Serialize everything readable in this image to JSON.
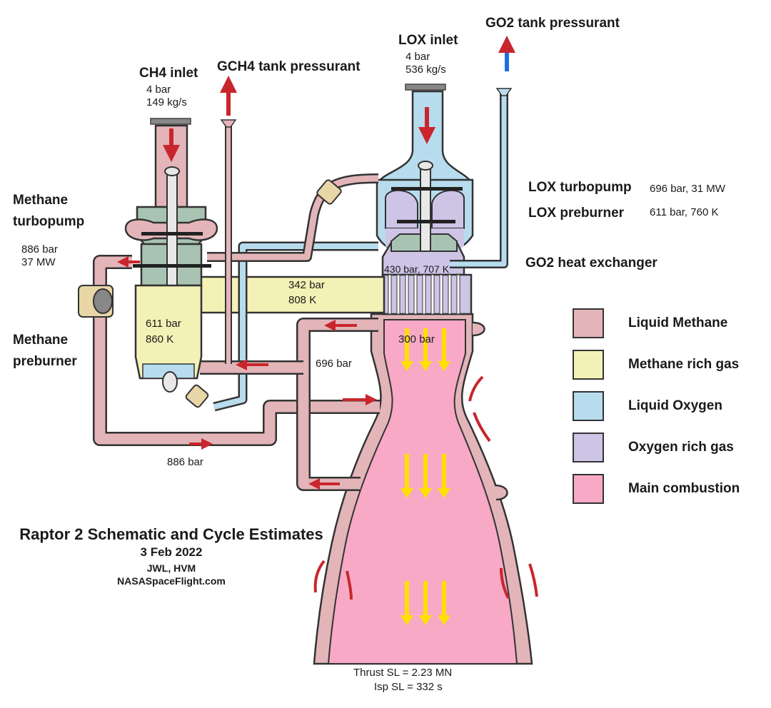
{
  "colors": {
    "liquid_methane": "#e3b5b8",
    "methane_rich_gas": "#f4f1b6",
    "liquid_oxygen": "#b7dcee",
    "oxygen_rich_gas": "#cdc4e6",
    "main_combustion": "#f8a9c6",
    "turbopump_body": "#a9c3b3",
    "flow_arrow_red": "#c8262c",
    "flow_arrow_blue": "#1f6fe0",
    "flow_arrow_yellow": "#ffe000",
    "valve": "#e8d6a7"
  },
  "labels": {
    "ch4_inlet": "CH4 inlet",
    "ch4_inlet_pressure": "4 bar",
    "ch4_inlet_flow": "149 kg/s",
    "gch4_pressurant": "GCH4 tank pressurant",
    "lox_inlet": "LOX inlet",
    "lox_inlet_pressure": "4 bar",
    "lox_inlet_flow": "536 kg/s",
    "go2_pressurant": "GO2 tank pressurant",
    "methane_turbopump_1": "Methane",
    "methane_turbopump_2": "turbopump",
    "methane_turbopump_pressure": "886 bar",
    "methane_turbopump_power": "37 MW",
    "methane_preburner_1": "Methane",
    "methane_preburner_2": "preburner",
    "lox_turbopump": "LOX turbopump",
    "lox_turbopump_spec": "696 bar, 31 MW",
    "lox_preburner": "LOX preburner",
    "lox_preburner_spec": "611 bar, 760 K",
    "go2_heat_exchanger": "GO2 heat exchanger",
    "ox_turbine_exhaust": "430 bar, 707 K",
    "fuel_gas_pressure": "342 bar",
    "fuel_gas_temp": "808 K",
    "fuel_preburner_pressure": "611 bar",
    "fuel_preburner_temp": "860 K",
    "chamber_pressure": "300 bar",
    "cooling_line_pressure": "696 bar",
    "fuel_main_line_pressure": "886 bar",
    "thrust": "Thrust SL = 2.23 MN",
    "isp": "Isp SL = 332 s"
  },
  "legend": [
    {
      "label": "Liquid Methane",
      "color": "#e3b5b8"
    },
    {
      "label": "Methane rich gas",
      "color": "#f4f1b6"
    },
    {
      "label": "Liquid Oxygen",
      "color": "#b7dcee"
    },
    {
      "label": "Oxygen rich gas",
      "color": "#cdc4e6"
    },
    {
      "label": "Main combustion",
      "color": "#f8a9c6"
    }
  ],
  "title": {
    "main": "Raptor 2 Schematic and Cycle Estimates",
    "date": "3 Feb 2022",
    "authors": "JWL, HVM",
    "site": "NASASpaceFlight.com"
  }
}
